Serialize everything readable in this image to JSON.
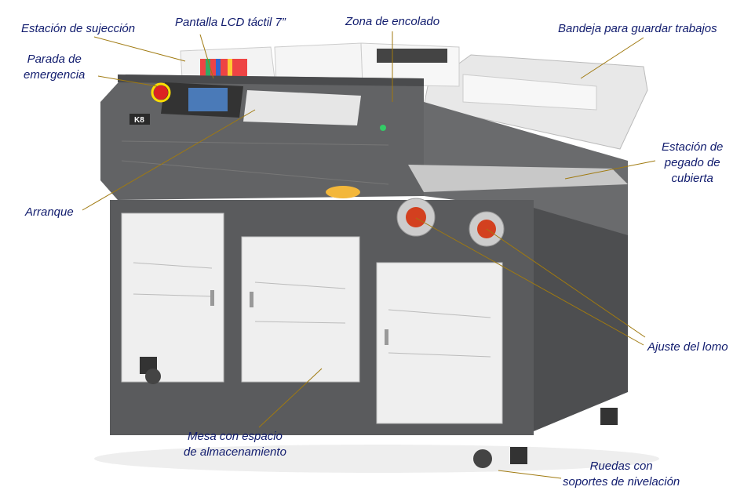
{
  "diagram": {
    "machine_badge": "K8",
    "colors": {
      "label": "#111c6e",
      "leader": "#a07a10",
      "body": "#5e5f61",
      "panel": "#efefef"
    },
    "labels": {
      "clamp_station": "Estación de sujección",
      "lcd_line": "Pantalla LCD táctil 7”",
      "glue_zone": "Zona de encolado",
      "tray": "Bandeja para guardar trabajos",
      "emergency_1": "Parada de",
      "emergency_2": "emergencia",
      "start": "Arranque",
      "cover_1": "Estación de",
      "cover_2": "pegado de",
      "cover_3": "cubierta",
      "spine": "Ajuste  del lomo",
      "table_1": "Mesa con espacio",
      "table_2": "de almacenamiento",
      "wheels_1": "Ruedas con",
      "wheels_2": "soportes de nivelación"
    }
  }
}
